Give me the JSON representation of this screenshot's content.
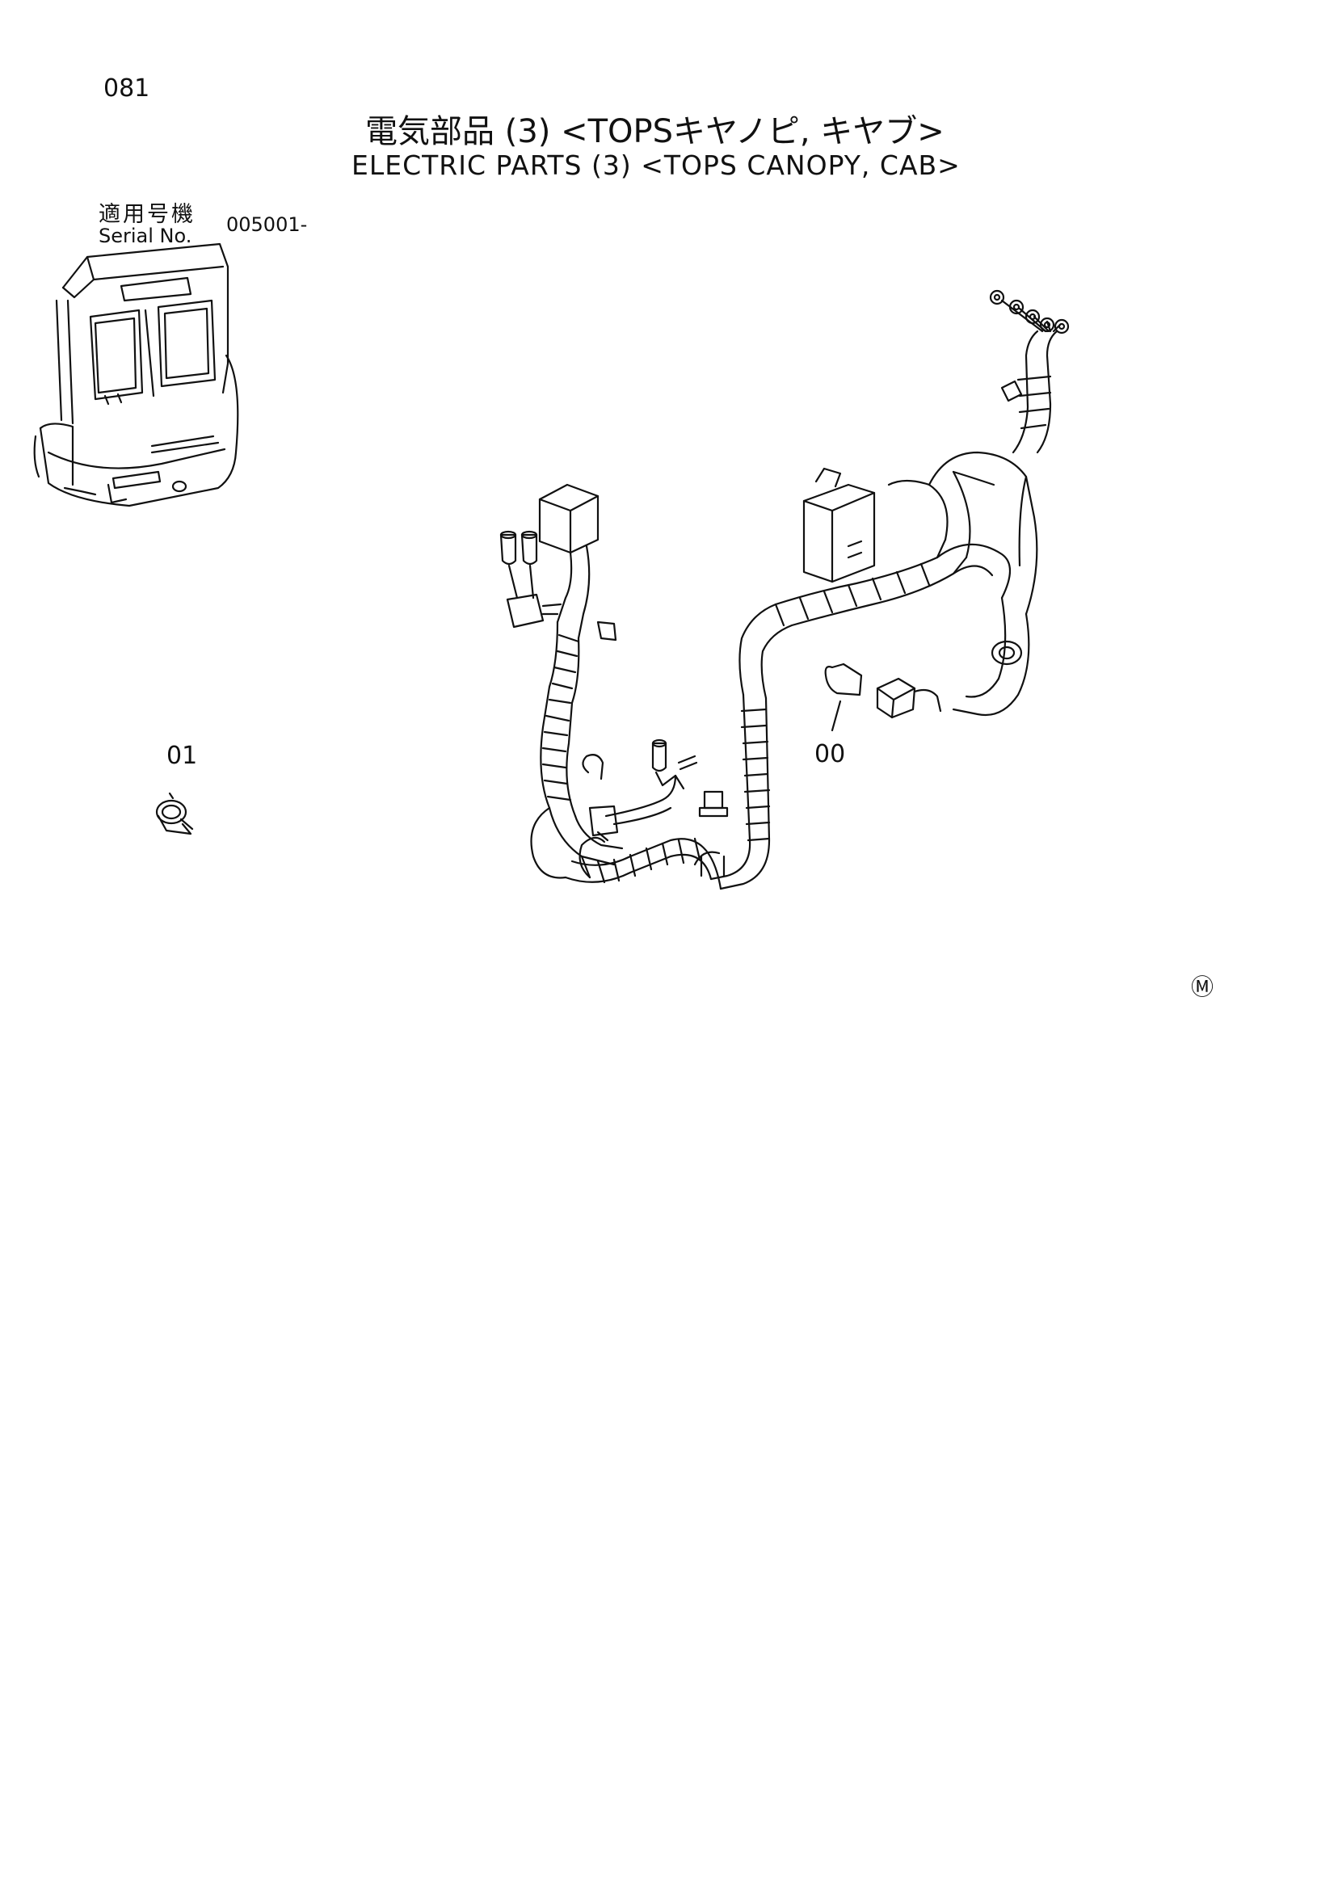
{
  "header": {
    "page_number": "081",
    "title_jp": "電気部品 (3) <TOPSキヤノピ, キヤブ>",
    "title_en": "ELECTRIC PARTS (3) <TOPS CANOPY, CAB>"
  },
  "serial": {
    "label_jp": "適用号機",
    "label_en": "Serial No.",
    "value": "005001-"
  },
  "callouts": {
    "part_01": "01",
    "part_00": "00"
  },
  "mark": "Ⓜ",
  "colors": {
    "ink": "#111111",
    "paper": "#ffffff"
  }
}
